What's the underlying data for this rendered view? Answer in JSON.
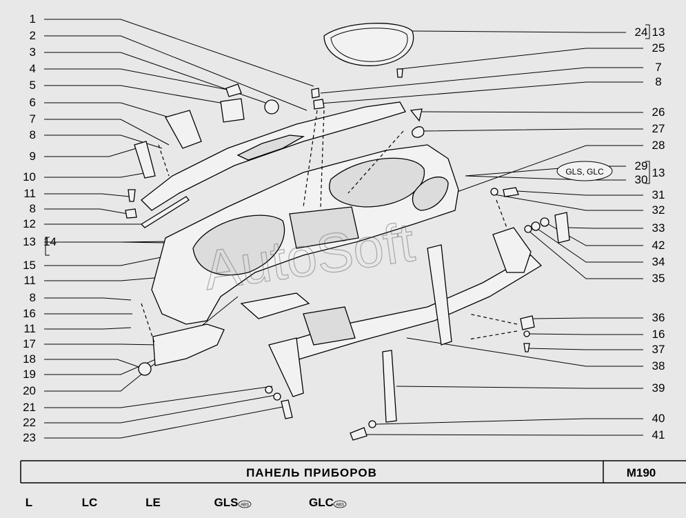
{
  "title": "ПАНЕЛЬ ПРИБОРОВ",
  "code": "M190",
  "watermark": "AutoSoft",
  "trims": [
    "L",
    "LC",
    "LE",
    "GLS",
    "GLC"
  ],
  "trim_badge": "ABS",
  "oval_label": "GLS, GLC",
  "left_labels": [
    "1",
    "2",
    "3",
    "4",
    "5",
    "6",
    "7",
    "8",
    "9",
    "10",
    "11",
    "8",
    "12",
    "13",
    "14",
    "15",
    "11",
    "8",
    "16",
    "11",
    "17",
    "18",
    "19",
    "20",
    "21",
    "22",
    "23"
  ],
  "right_labels": [
    "24",
    "13",
    "25",
    "7",
    "8",
    "26",
    "27",
    "28",
    "29",
    "13",
    "30",
    "31",
    "32",
    "33",
    "42",
    "34",
    "35",
    "36",
    "16",
    "37",
    "38",
    "39",
    "40",
    "41"
  ]
}
